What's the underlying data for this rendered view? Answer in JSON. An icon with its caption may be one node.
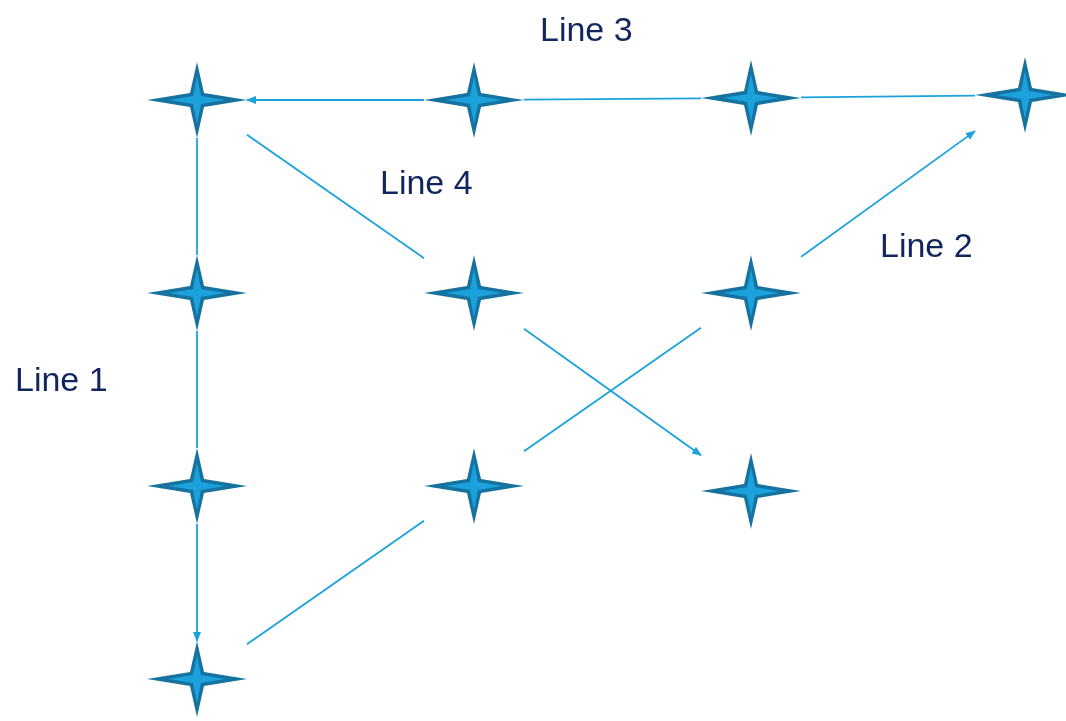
{
  "diagram": {
    "nodes": [
      {
        "text": [],
        "shape": "star"
      },
      {
        "text": [],
        "shape": "star"
      },
      {
        "text": [],
        "shape": "star"
      },
      {
        "text": [],
        "shape": "star"
      },
      {
        "text": [],
        "shape": "star"
      },
      {
        "text": [],
        "shape": "star"
      },
      {
        "text": [],
        "shape": "star"
      },
      {
        "text": [],
        "shape": "star"
      },
      {
        "text": [],
        "shape": "star"
      },
      {
        "text": [],
        "shape": "star"
      },
      {
        "text": [],
        "shape": "star"
      }
    ],
    "edges": [
      {
        "from": 0,
        "to": 4,
        "arrow": "none"
      },
      {
        "from": 4,
        "to": 7,
        "arrow": "none"
      },
      {
        "from": 7,
        "to": 10,
        "arrow": "to"
      },
      {
        "from": 10,
        "to": 8,
        "arrow": "none"
      },
      {
        "from": 8,
        "to": 6,
        "arrow": "none"
      },
      {
        "from": 6,
        "to": 3,
        "arrow": "to"
      },
      {
        "from": 3,
        "to": 2,
        "arrow": "none"
      },
      {
        "from": 2,
        "to": 1,
        "arrow": "none"
      },
      {
        "from": 1,
        "to": 0,
        "arrow": "to"
      },
      {
        "from": 0,
        "to": 5,
        "arrow": "none"
      },
      {
        "from": 5,
        "to": 9,
        "arrow": "to"
      }
    ],
    "labels": [
      "Line 3",
      "Line 4",
      "Line 2",
      "Line 1"
    ]
  }
}
